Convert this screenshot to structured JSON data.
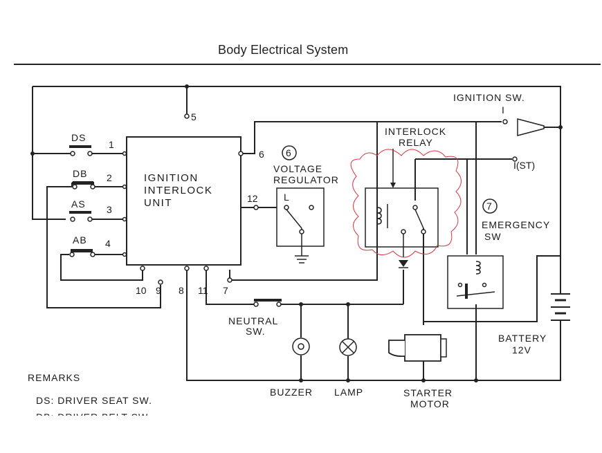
{
  "header": {
    "title": "Body Electrical System"
  },
  "unit": {
    "line1": "IGNITION",
    "line2": "INTERLOCK",
    "line3": "UNIT"
  },
  "switches": {
    "ds": "DS",
    "db": "DB",
    "as": "AS",
    "ab": "AB"
  },
  "terminals": {
    "t1": "1",
    "t2": "2",
    "t3": "3",
    "t4": "4",
    "t5": "5",
    "t6": "6",
    "t7": "7",
    "t8": "8",
    "t9": "9",
    "t10": "10",
    "t11": "11",
    "t12": "12"
  },
  "voltage_regulator": {
    "num": "6",
    "line1": "VOLTAGE",
    "line2": "REGULATOR",
    "terminal": "L"
  },
  "interlock_relay": {
    "line1": "INTERLOCK",
    "line2": "RELAY"
  },
  "ignition_sw": {
    "label": "IGNITION SW.",
    "pos1": "I",
    "pos2": "I(ST)"
  },
  "emergency_sw": {
    "num": "7",
    "line1": "EMERGENCY",
    "line2": "SW"
  },
  "neutral_sw": {
    "line1": "NEUTRAL",
    "line2": "SW."
  },
  "battery": {
    "line1": "BATTERY",
    "line2": "12V"
  },
  "buzzer": "BUZZER",
  "lamp": "LAMP",
  "starter": {
    "line1": "STARTER",
    "line2": "MOTOR"
  },
  "remarks": {
    "title": "REMARKS",
    "items": [
      "DS: DRIVER SEAT SW.",
      "DB: DRIVER BELT SW."
    ]
  },
  "colors": {
    "ink": "#222222",
    "highlight": "#d9333f",
    "background": "#ffffff"
  }
}
